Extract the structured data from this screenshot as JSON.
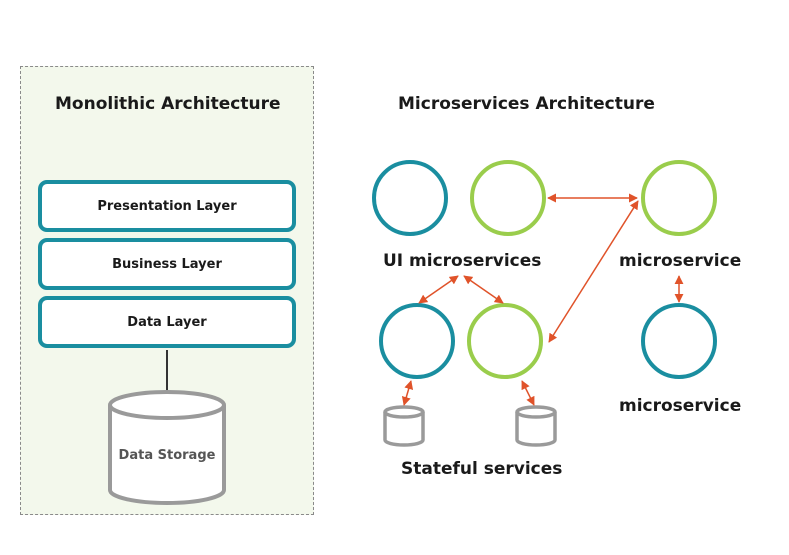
{
  "monolith": {
    "title": "Monolithic Architecture",
    "layers": [
      "Presentation Layer",
      "Business Layer",
      "Data Layer"
    ],
    "storage_label": "Data Storage"
  },
  "microservices": {
    "title": "Microservices Architecture",
    "ui_label": "UI microservices",
    "service_label_top": "microservice",
    "service_label_bottom": "microservice",
    "stateful_label": "Stateful services"
  },
  "colors": {
    "teal": "#1a8ea0",
    "green": "#9acd4c",
    "arrow": "#e0532a",
    "cylinder": "#9a9a9a",
    "panel_bg": "#f3f8ec"
  }
}
